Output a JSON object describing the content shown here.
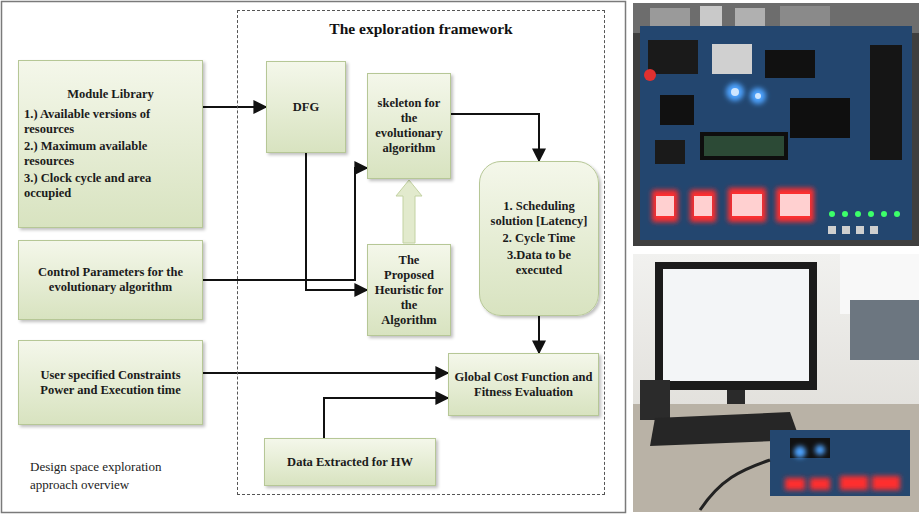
{
  "diagram": {
    "caption": "Design space exploration approach overview",
    "nodes": [
      {
        "text": [
          "Module Library",
          "1.) Available versions of resources",
          "2.) Maximum available resources",
          "3.) Clock cycle and area occupied"
        ]
      },
      {
        "text": [
          "Control Parameters for the evolutionary algorithm"
        ]
      },
      {
        "text": [
          "User specified Constraints Power and Execution time"
        ]
      },
      {
        "text": [
          "The exploration framework"
        ]
      },
      {
        "text": [
          "DFG"
        ],
        "in": 3
      },
      {
        "text": [
          "skeleton for the evolutionary algorithm"
        ],
        "in": 3
      },
      {
        "text": [
          "The Proposed Heuristic for the Algorithm"
        ],
        "in": 3
      },
      {
        "text": [
          "1. Scheduling solution [Latency]",
          "2. Cycle Time",
          "3.Data to be executed"
        ],
        "in": 3
      },
      {
        "text": [
          "Global Cost Function and Fitness Evaluation"
        ],
        "in": 3
      },
      {
        "text": [
          "Data Extracted for HW"
        ],
        "in": 3
      }
    ],
    "edges": [
      {
        "from": 0,
        "to": 4,
        "arrow": "to"
      },
      {
        "from": 1,
        "to": 5,
        "arrow": "to"
      },
      {
        "from": 4,
        "to": 6,
        "arrow": "to"
      },
      {
        "from": 6,
        "to": 5,
        "arrow": "to"
      },
      {
        "from": 5,
        "to": 7,
        "arrow": "to"
      },
      {
        "from": 7,
        "to": 8,
        "arrow": "to"
      },
      {
        "from": 2,
        "to": 8,
        "arrow": "to"
      },
      {
        "from": 9,
        "to": 8,
        "arrow": "to"
      }
    ]
  }
}
